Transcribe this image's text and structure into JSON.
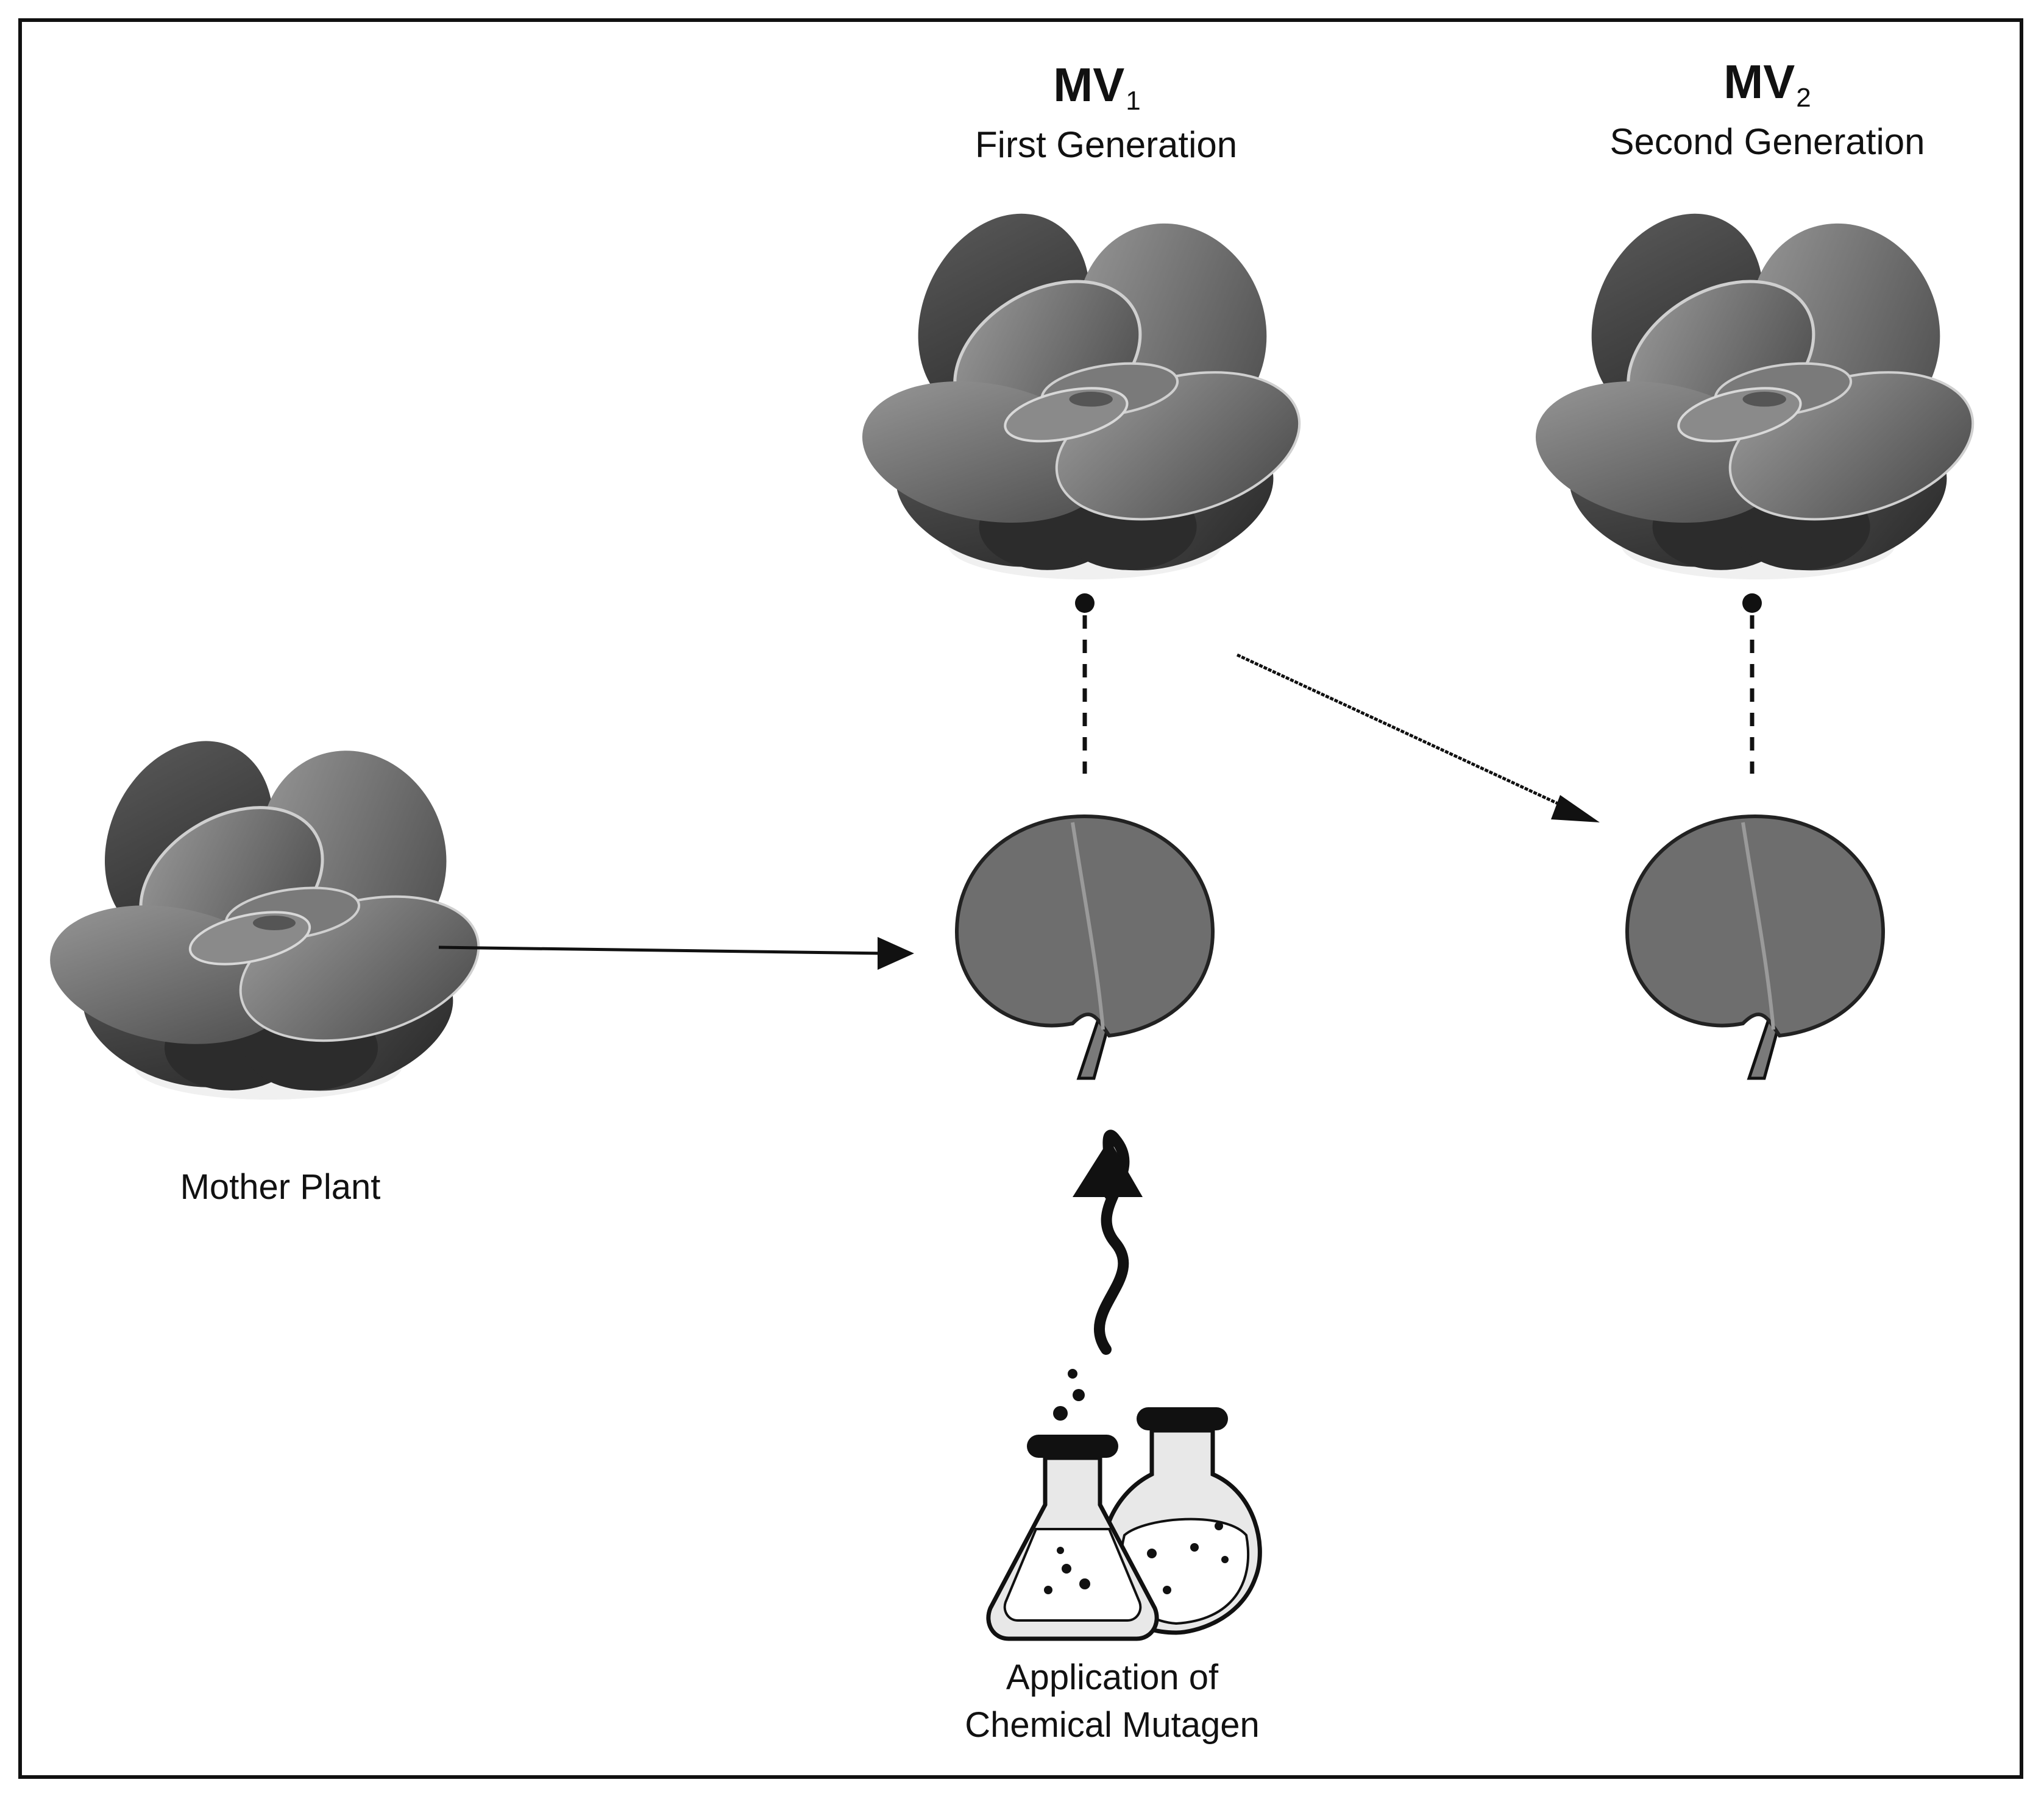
{
  "generations": {
    "mv1": {
      "name": "MV",
      "subscript": "1",
      "label": "First Generation"
    },
    "mv2": {
      "name": "MV",
      "subscript": "2",
      "label": "Second Generation"
    }
  },
  "mother_plant": {
    "label": "Mother Plant"
  },
  "mutagen": {
    "line1": "Application of",
    "line2": "Chemical Mutagen"
  },
  "colors": {
    "petal_dark": "#3c3c3c",
    "petal_mid": "#6a6a6a",
    "petal_light": "#8c8c8c",
    "leaf_fill": "#6e6e6e",
    "stroke": "#111111",
    "flask_glass": "#d9d9d9"
  }
}
